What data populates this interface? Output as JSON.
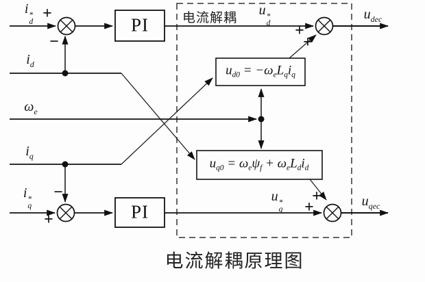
{
  "diagram": {
    "caption": "电流解耦原理图",
    "decoupling_region_label": "电流解耦",
    "pi_label": "PI",
    "signs": {
      "plus": "+",
      "minus": "−"
    },
    "colors": {
      "line": "#1a1a1a",
      "background": "#fdfdfd"
    },
    "labels": {
      "id_ref": [
        {
          "t": "i"
        },
        {
          "s": {
            "p": "*",
            "b": "d"
          }
        }
      ],
      "id_fb": [
        {
          "t": "i"
        },
        {
          "b": "d"
        }
      ],
      "omega_e": [
        {
          "t": "ω"
        },
        {
          "b": "e"
        }
      ],
      "iq_fb": [
        {
          "t": "i"
        },
        {
          "b": "q"
        }
      ],
      "iq_ref": [
        {
          "t": "i"
        },
        {
          "s": {
            "p": "*",
            "b": "q"
          }
        }
      ],
      "ud_ref": [
        {
          "t": "u"
        },
        {
          "s": {
            "p": "*",
            "b": "d"
          }
        }
      ],
      "uq_ref": [
        {
          "t": "u"
        },
        {
          "s": {
            "p": "*",
            "b": "q"
          }
        }
      ],
      "u_dec": [
        {
          "t": "u"
        },
        {
          "b": "dec"
        }
      ],
      "u_qec": [
        {
          "t": "u"
        },
        {
          "b": "qec"
        }
      ]
    },
    "equations": {
      "ud0": [
        {
          "t": "u"
        },
        {
          "b": "d0"
        },
        {
          "t": " = −"
        },
        {
          "t": "ω"
        },
        {
          "b": "e"
        },
        {
          "t": "L"
        },
        {
          "b": "q"
        },
        {
          "t": "i"
        },
        {
          "b": "q"
        }
      ],
      "uq0": [
        {
          "t": "u"
        },
        {
          "b": "q0"
        },
        {
          "t": " = "
        },
        {
          "t": "ω"
        },
        {
          "b": "e"
        },
        {
          "t": "ψ"
        },
        {
          "b": "f"
        },
        {
          "t": " + "
        },
        {
          "t": "ω"
        },
        {
          "b": "e"
        },
        {
          "t": "L"
        },
        {
          "b": "d"
        },
        {
          "t": "i"
        },
        {
          "b": "d"
        }
      ]
    }
  }
}
